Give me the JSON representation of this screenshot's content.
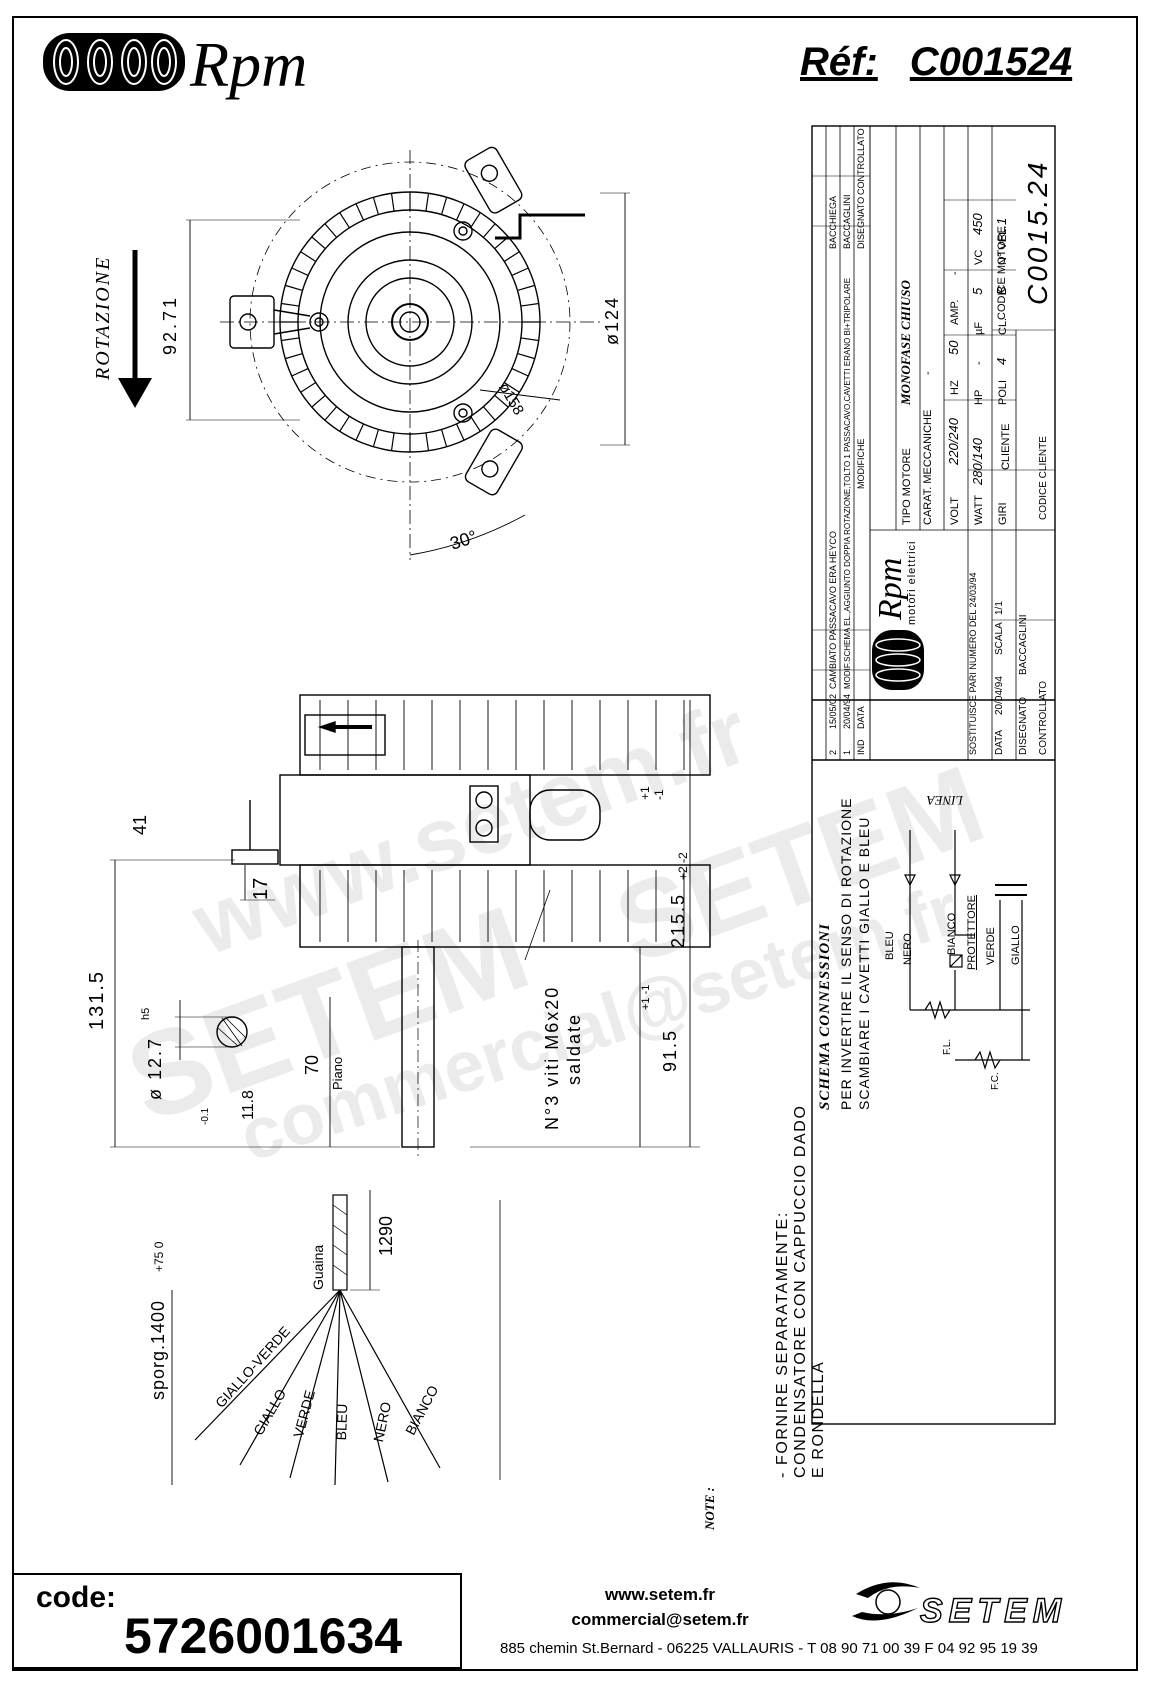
{
  "header": {
    "brand": "Rpm",
    "ref_label": "Réf:",
    "ref_value": "C001524"
  },
  "drawing": {
    "rotation_label": "ROTAZIONE",
    "dim_height_top": "92.71",
    "dim_diameter_124": "ø124",
    "dim_diameter_158": "ø158",
    "dim_angle": "30°",
    "dim_41": "41",
    "dim_17": "17",
    "dim_tol_plus1": "+1",
    "dim_tol_minus1": "-1",
    "dim_215": "215.5",
    "dim_215_tol": "+2 -2",
    "dim_1315": "131.5",
    "dim_127": "ø 12.7",
    "dim_127_tol": "h5",
    "dim_11": "11.8",
    "dim_11_tol": "-0.1",
    "dim_70": "70",
    "plano": "Piano",
    "screws": "N°3 viti M6x20",
    "screws2": "saldate",
    "dim_915": "91.5",
    "dim_915_tol": "+1 -1",
    "condensatore": "- FORNIRE SEPARATAMENTE: CONDENSATORE CON CAPPUCCIO DADO E RONDELLA",
    "note": "NOTE :",
    "guaina": "Guaina",
    "dim_1290": "1290",
    "sporg": "sporg.1400",
    "sporg_tol": "+75 0",
    "wires": [
      "GIALLO-VERDE",
      "GIALLO",
      "VERDE",
      "BLEU",
      "NERO",
      "BIANCO"
    ]
  },
  "schema": {
    "title": "SCHEMA CONNESSIONI",
    "line1": "PER INVERTIRE IL SENSO DI ROTAZIONE",
    "line2": "SCAMBIARE I CAVETTI GIALLO E BLEU",
    "linea": "LINEA",
    "bleu": "BLEU",
    "nero": "NERO",
    "bianco": "BIANCO",
    "protettore": "PROTETTORE",
    "verde": "VERDE",
    "giallo": "GIALLO",
    "fl": "F.L.",
    "fc": "F.C."
  },
  "titleblock": {
    "rev2_num": "2",
    "rev2_date": "15/05/02",
    "rev2_text": "CAMBIATO PASSACAVO ERA HEYCO",
    "rev2_sig1": "BACCHIEGA",
    "rev1_num": "1",
    "rev1_date": "20/04/94",
    "rev1_text": "MODIF.SCHEMA EL.,AGGIUNTO DOPPIA ROTAZIONE,TOLTO 1 PASSACAVO,CAVETTI ERANO BI+TRIPOLARE",
    "rev1_sig1": "BACCAGLINI",
    "hdr_ind": "IND",
    "hdr_data": "DATA",
    "hdr_modifiche": "MODIFICHE",
    "hdr_disegnato": "DISEGNATO",
    "hdr_controllato": "CONTROLLATO",
    "company": "Rpm",
    "company_sub": "motori elettrici",
    "tipo_label": "TIPO MOTORE",
    "tipo_value": "MONOFASE CHIUSO",
    "carat_label": "CARAT. MECCANICHE",
    "carat_value": "-",
    "volt_label": "VOLT",
    "volt_value": "220/240",
    "hz_label": "HZ",
    "hz_value": "50",
    "amp_label": "AMP.",
    "amp_value": "-",
    "watt_label": "WATT",
    "watt_value": "280/140",
    "hp_label": "HP",
    "hp_value": "-",
    "uf_label": "µF",
    "uf_value": "5",
    "vc_label": "VC",
    "vc_value": "450",
    "giri_label": "GIRI",
    "giri_value": "-",
    "poli_label": "POLI",
    "poli_value": "4",
    "cl_label": "CL.",
    "cl_value": "B",
    "nvel_label": "N° VEL.",
    "nvel_value": "1",
    "sostituisce": "SOSTITUISCE PARI NUMERO DEL 24/03/94",
    "data_label": "DATA",
    "data_value": "20/04/94",
    "scala_label": "SCALA",
    "scala_value": "1/1",
    "cliente_label": "CLIENTE",
    "codice_motore_label": "CODICE MOTORE",
    "codice_motore_value": "C0015.24",
    "disegnato_label": "DISEGNATO",
    "disegnato_value": "BACCAGLINI",
    "controllato_label": "CONTROLLATO",
    "codice_cliente_label": "CODICE CLIENTE"
  },
  "watermark": {
    "w1": "www.setem.fr",
    "w2": "SETEM",
    "w3": "SETEM",
    "w4": "commercial@setem.fr"
  },
  "footer": {
    "code_label": "code:",
    "code_value": "5726001634",
    "website": "www.setem.fr",
    "email": "commercial@setem.fr",
    "address": "885 chemin St.Bernard  -  06225 VALLAURIS  -  T 08 90 71 00 39   F 04 92 95 19 39",
    "brand": "SETEM"
  }
}
